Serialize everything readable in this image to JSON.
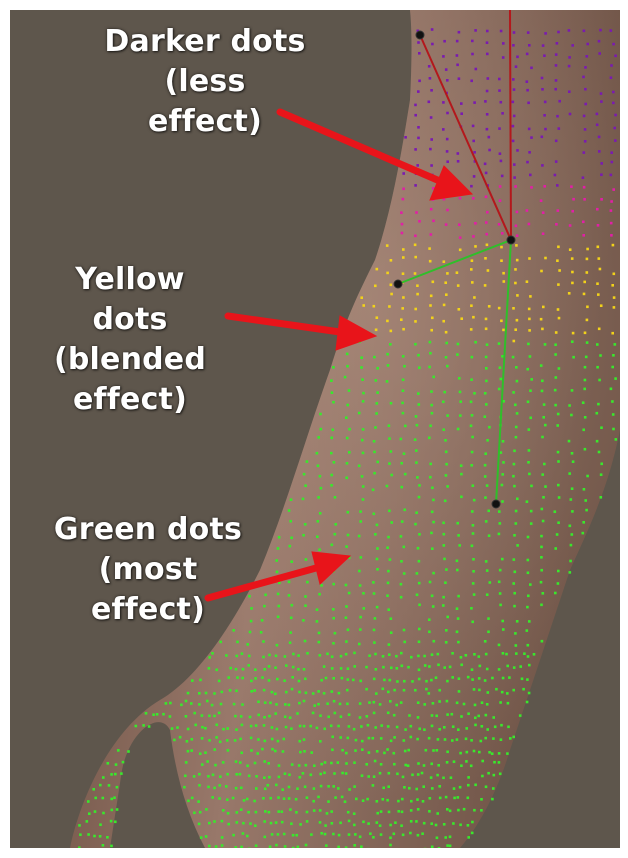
{
  "labels": {
    "darker": [
      "Darker dots",
      "(less",
      "effect)"
    ],
    "yellow": [
      "Yellow",
      "dots",
      "(blended",
      "effect)"
    ],
    "green": [
      "Green dots",
      "(most",
      "effect)"
    ]
  },
  "colors": {
    "background": "#5e564c",
    "skin": "#8a6a58",
    "arrow": "#e8141a",
    "bone_line_upper": "#b3181c",
    "bone_line_lower": "#2fbf2a",
    "dot_darker": "#7a1bb0",
    "dot_magenta": "#e21fa6",
    "dot_yellow": "#f2d21a",
    "dot_green": "#39e82c"
  }
}
